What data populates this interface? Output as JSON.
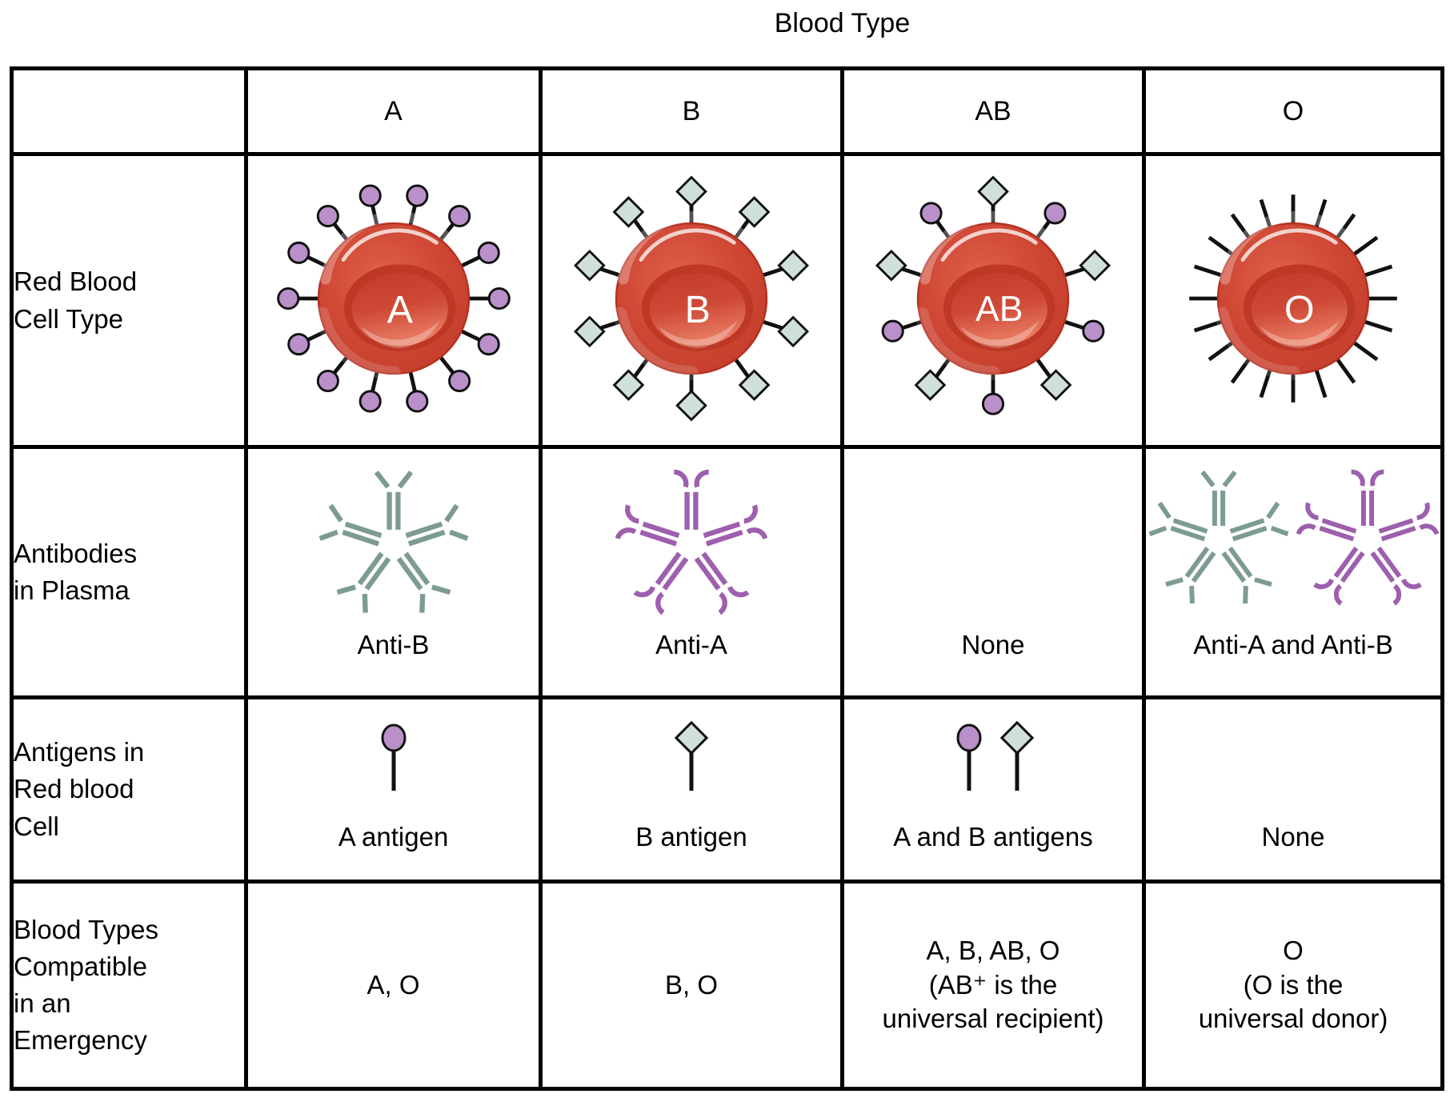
{
  "title": "Blood Type",
  "columns": [
    "A",
    "B",
    "AB",
    "O"
  ],
  "row_labels": [
    "Red Blood\nCell Type",
    "Antibodies\nin Plasma",
    "Antigens in\nRed blood\nCell",
    "Blood Types\nCompatible\nin an\nEmergency"
  ],
  "colors": {
    "cell_red_mid": "#CE4734",
    "cell_red_light": "#DF6149",
    "cell_red_dark": "#C23C2A",
    "cell_red_ring": "#BD3926",
    "cell_outline": "#B53021",
    "spike_black": "#111111",
    "antigen_a_purple": "#B990C9",
    "antigen_b_teal": "#CFE0DC",
    "antibody_anti_b_teal": "#7D9C90",
    "antibody_anti_a_purple": "#9D5FAE"
  },
  "rbc_row": {
    "cells": [
      {
        "letter": "A",
        "antigen_head": "circle",
        "spike_count": 14
      },
      {
        "letter": "B",
        "antigen_head": "diamond",
        "spike_count": 10
      },
      {
        "letter": "AB",
        "antigen_head": "mixed",
        "spike_count": 10
      },
      {
        "letter": "O",
        "antigen_head": "none",
        "spike_count": 20
      }
    ]
  },
  "antibody_row": {
    "cells": [
      {
        "icons": [
          "anti_b"
        ],
        "label": "Anti-B"
      },
      {
        "icons": [
          "anti_a"
        ],
        "label": "Anti-A"
      },
      {
        "icons": [],
        "label": "None"
      },
      {
        "icons": [
          "anti_b",
          "anti_a"
        ],
        "label": "Anti-A and Anti-B"
      }
    ]
  },
  "antigen_row": {
    "cells": [
      {
        "icons": [
          "circle"
        ],
        "label": "A antigen"
      },
      {
        "icons": [
          "diamond"
        ],
        "label": "B antigen"
      },
      {
        "icons": [
          "circle",
          "diamond"
        ],
        "label": "A and B antigens"
      },
      {
        "icons": [],
        "label": "None"
      }
    ]
  },
  "compatible_row": {
    "cells": [
      {
        "text": "A, O"
      },
      {
        "text": "B, O"
      },
      {
        "text": "A, B, AB, O\n(AB⁺ is the\nuniversal recipient)"
      },
      {
        "text": "O\n(O is the\nuniversal donor)"
      }
    ]
  }
}
